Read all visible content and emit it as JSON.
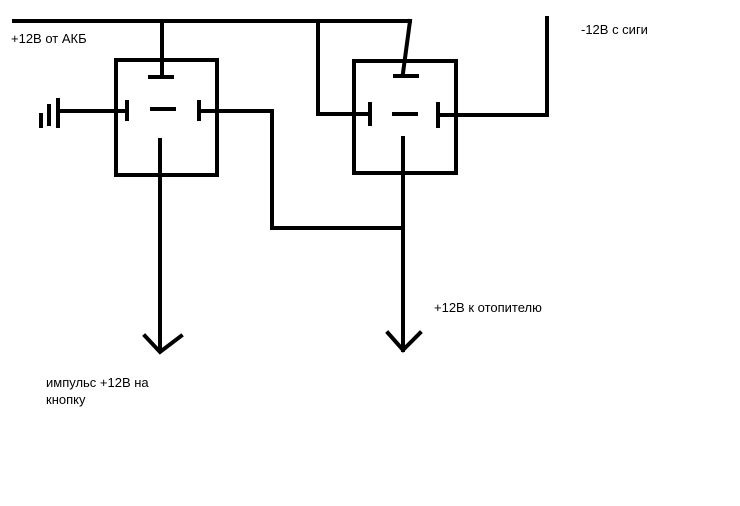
{
  "labels": {
    "battery_plus": "+12В от АКБ",
    "alarm_minus": "-12В с сиги",
    "heater_plus": "+12В к отопителю",
    "impulse_line1": "импульс +12В на",
    "impulse_line2": "кнопку"
  },
  "colors": {
    "line": "#000000",
    "background": "#ffffff"
  },
  "symbols": {
    "relays": [
      "relay-left",
      "relay-right"
    ],
    "ground": "ground-icon",
    "arrows": [
      "arrow-down-icon",
      "arrow-down-icon"
    ]
  }
}
